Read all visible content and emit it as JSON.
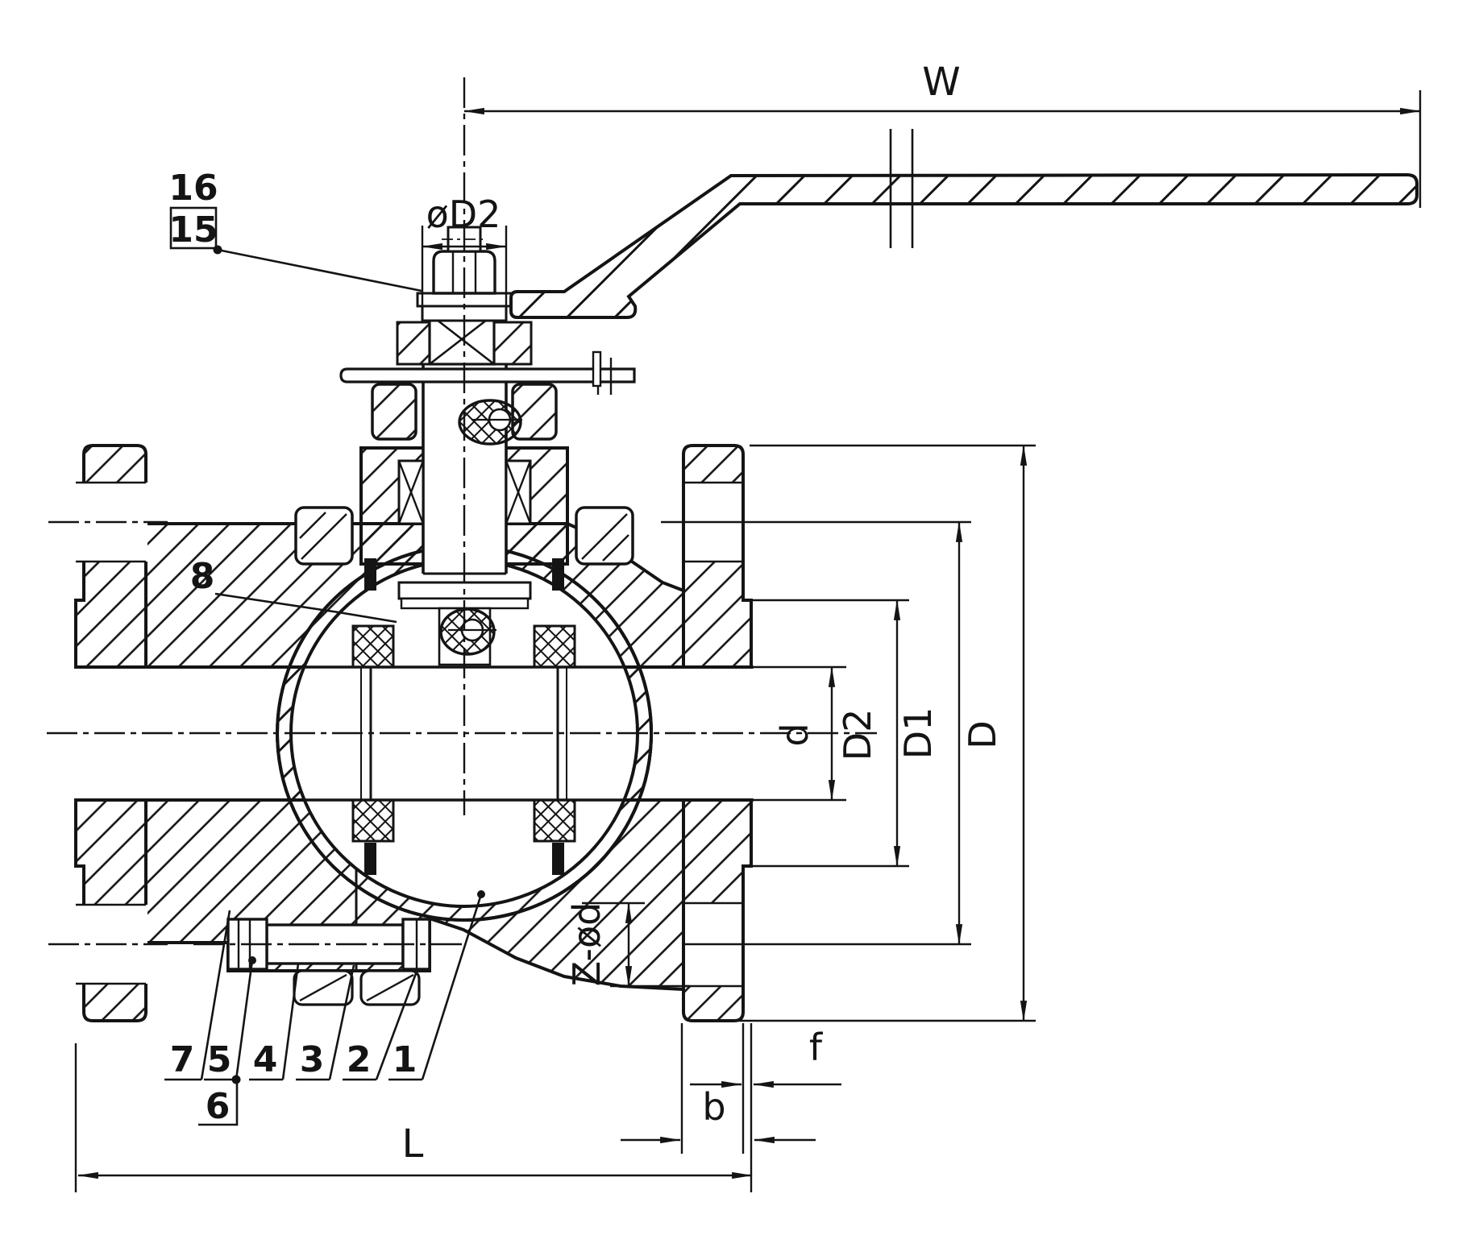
{
  "drawing": {
    "title": "flanged-ball-valve-cross-section",
    "colors": {
      "background": "#ffffff",
      "line": "#141414"
    },
    "dims": {
      "W": "W",
      "oD2": "øD2",
      "d": "d",
      "D2": "D2",
      "D1": "D1",
      "D": "D",
      "Zod": "Z-ød",
      "f": "f",
      "b": "b",
      "L": "L"
    },
    "parts": {
      "p16": "16",
      "p15": "15",
      "p8": "8",
      "p7": "7",
      "p6": "6",
      "p5": "5",
      "p4": "4",
      "p3": "3",
      "p2": "2",
      "p1": "1"
    }
  }
}
